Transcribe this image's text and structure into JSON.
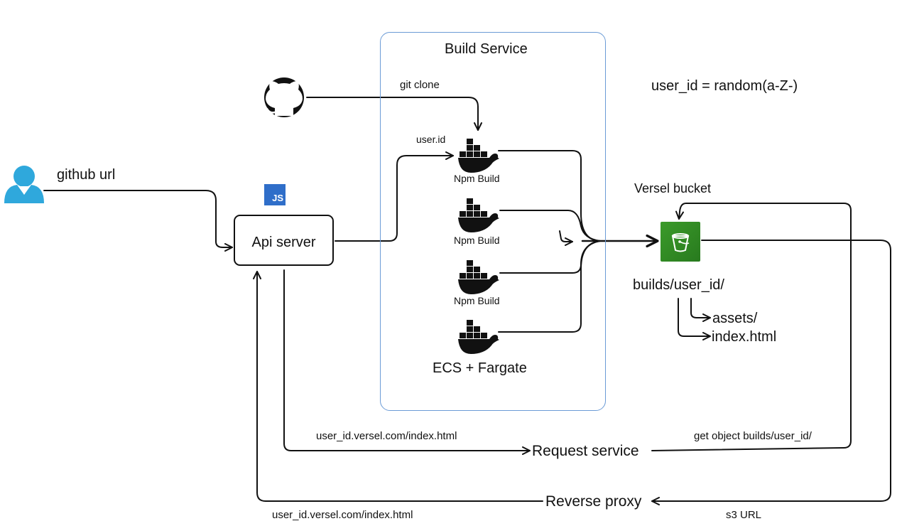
{
  "groups": {
    "build_service": "Build Service",
    "ecs": "ECS + Fargate"
  },
  "nodes": {
    "api_server": "Api server",
    "js_badge": "JS",
    "versel_bucket": "Versel bucket",
    "builds_path": "builds/user_id/",
    "assets": "assets/",
    "index_html": "index.html",
    "request_service": "Request service",
    "reverse_proxy": "Reverse proxy",
    "npm_build_1": "Npm Build",
    "npm_build_2": "Npm Build",
    "npm_build_3": "Npm Build"
  },
  "edges": {
    "github_url": "github url",
    "git_clone": "git clone",
    "user_id": "user.id",
    "request_url": "user_id.versel.com/index.html",
    "proxy_url": "user_id.versel.com/index.html",
    "get_object": "get object  builds/user_id/",
    "s3_url": "s3 URL"
  },
  "notes": {
    "formula": "user_id = random(a-Z-)"
  },
  "icons": {
    "user": "user-icon",
    "github": "github-icon",
    "js": "js-icon",
    "docker": "docker-icon",
    "bucket": "s3-bucket-icon"
  },
  "colors": {
    "group_border": "#6b9bd6",
    "user_icon": "#2fa8dc",
    "js_badge": "#2f6ec9",
    "bucket": "#3b9b2a",
    "ink": "#111111"
  }
}
